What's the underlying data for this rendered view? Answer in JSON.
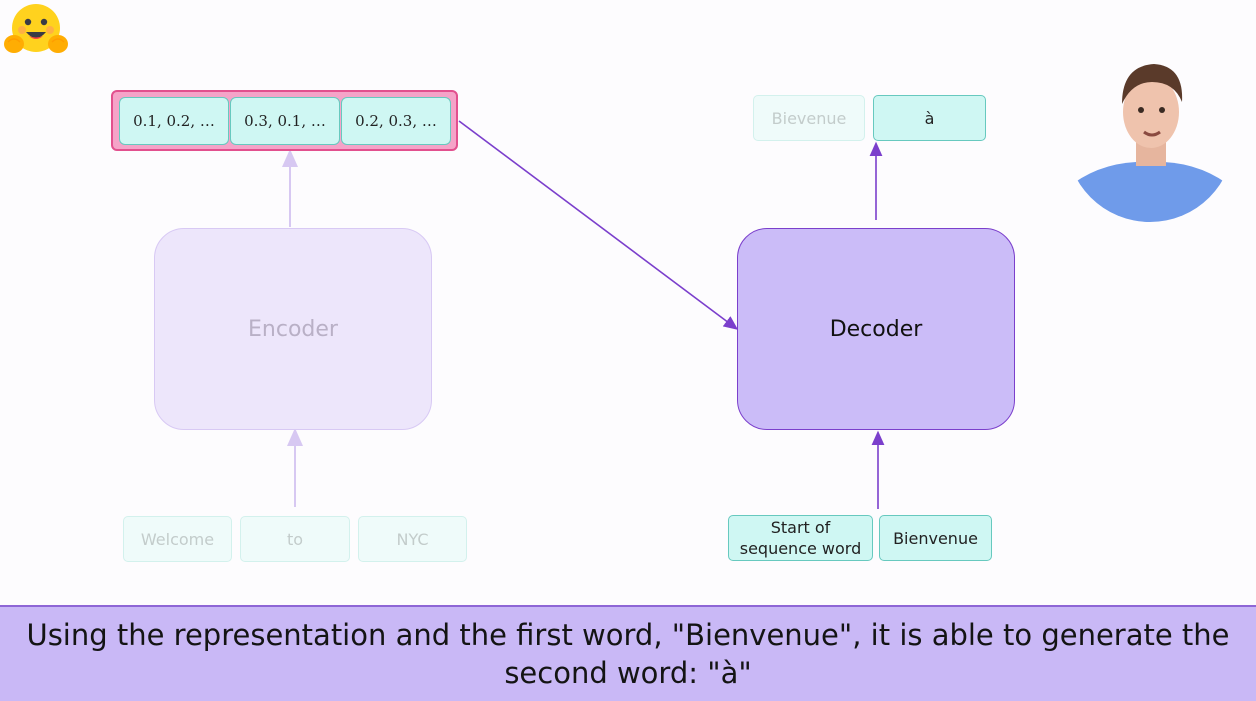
{
  "logo": {
    "icon": "hugging-face-emoji-icon"
  },
  "webcam": {
    "icon": "presenter-video-icon"
  },
  "embedding": {
    "values": [
      "0.1, 0.2, …",
      "0.3, 0.1, …",
      "0.2, 0.3, …"
    ]
  },
  "encoder": {
    "label": "Encoder"
  },
  "decoder": {
    "label": "Decoder"
  },
  "encoder_inputs": [
    "Welcome",
    "to",
    "NYC"
  ],
  "decoder_inputs": {
    "start": "Start of sequence word",
    "prev": "Bienvenue"
  },
  "decoder_outputs": {
    "prev": "Bievenue",
    "current": "à"
  },
  "caption": {
    "text": "Using the representation and the first word, \"Bienvenue\", it is able to generate the second word: \"à\""
  },
  "colors": {
    "accent": "#7b3fcc",
    "embedding_border": "#e2508e",
    "token_fill": "#cff7f3",
    "caption_bg": "#c9b8f6"
  }
}
